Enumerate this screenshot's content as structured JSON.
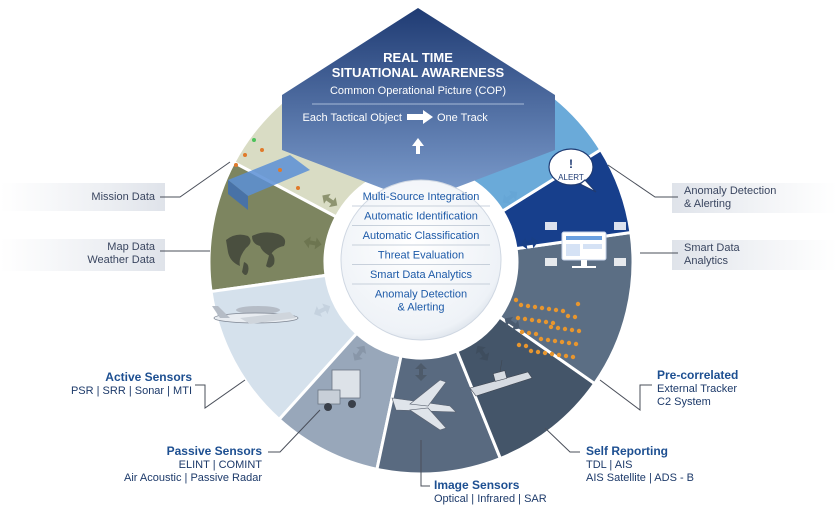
{
  "banner": {
    "title_line1": "REAL TIME",
    "title_line2": "SITUATIONAL AWARENESS",
    "subtitle": "Common Operational Picture (COP)",
    "flow_left": "Each Tactical Object",
    "flow_right": "One Track"
  },
  "core_functions": [
    "Multi-Source Integration",
    "Automatic Identification",
    "Automatic Classification",
    "Threat Evaluation",
    "Smart Data Analytics",
    "Anomaly Detection",
    "& Alerting"
  ],
  "segments": {
    "mission_data": {
      "line1": "Mission Data"
    },
    "map_data": {
      "line1": "Map Data",
      "line2": "Weather Data"
    },
    "active_sensors": {
      "title": "Active Sensors",
      "detail": "PSR | SRR | Sonar | MTI"
    },
    "passive_sensors": {
      "title": "Passive Sensors",
      "detail1": "ELINT  | COMINT",
      "detail2": "Air Acoustic  | Passive Radar"
    },
    "image_sensors": {
      "title": "Image Sensors",
      "detail": "Optical | Infrared  | SAR"
    },
    "self_reporting": {
      "title": "Self Reporting",
      "detail1": "TDL  | AIS",
      "detail2": "AIS Satellite | ADS - B"
    },
    "pre_correlated": {
      "title": "Pre-correlated",
      "detail1": "External Tracker",
      "detail2": "C2 System"
    },
    "smart_data": {
      "line1": "Smart Data",
      "line2": "Analytics"
    },
    "anomaly": {
      "line1": "Anomaly Detection",
      "line2": "& Alerting"
    }
  },
  "alert_badge": {
    "exclamation": "!",
    "text": "ALERT"
  },
  "colors": {
    "banner_dark": "#1f3b73",
    "banner_light": "#6f8fc2",
    "function_text": "#1d5aa8",
    "heading_blue": "#1d4f91",
    "mission_fill": "#d9dcc4",
    "map_fill": "#7d8560",
    "active_fill": "#d5e1ec",
    "passive_fill": "#98a7ba",
    "image_fill": "#596a80",
    "self_fill": "#445569",
    "precor_fill": "#5b6e84",
    "smart_fill": "#173f8c",
    "anomaly_fill": "#6aaad9"
  }
}
